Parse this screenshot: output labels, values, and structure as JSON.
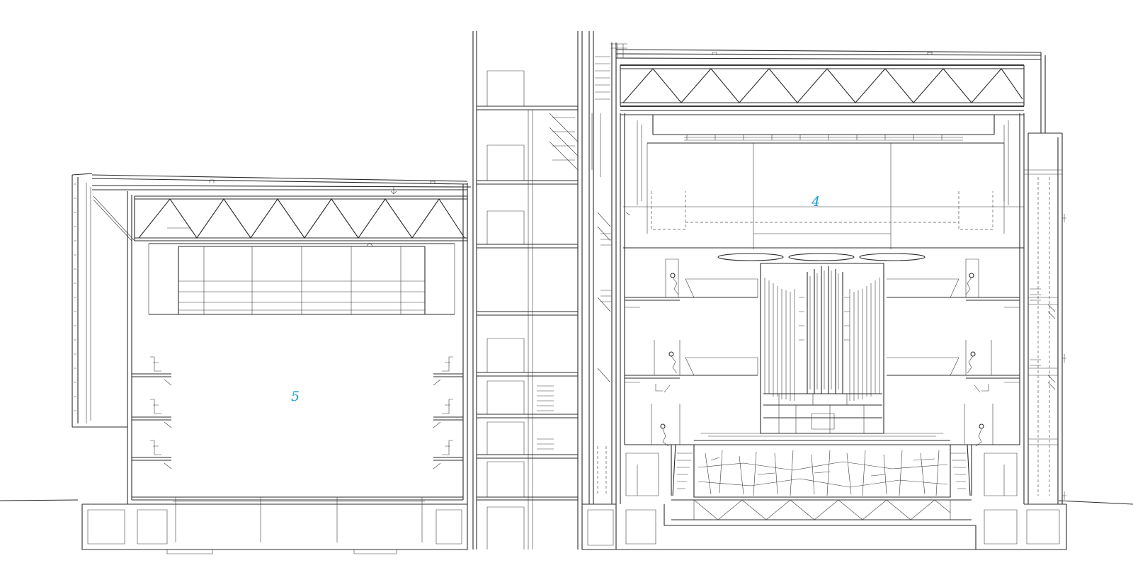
{
  "drawing": {
    "labels": [
      {
        "id": "room-4",
        "text": "4"
      },
      {
        "id": "room-5",
        "text": "5"
      }
    ],
    "label_color": "#1a9bd1",
    "line_color": "#2b2b2b"
  }
}
